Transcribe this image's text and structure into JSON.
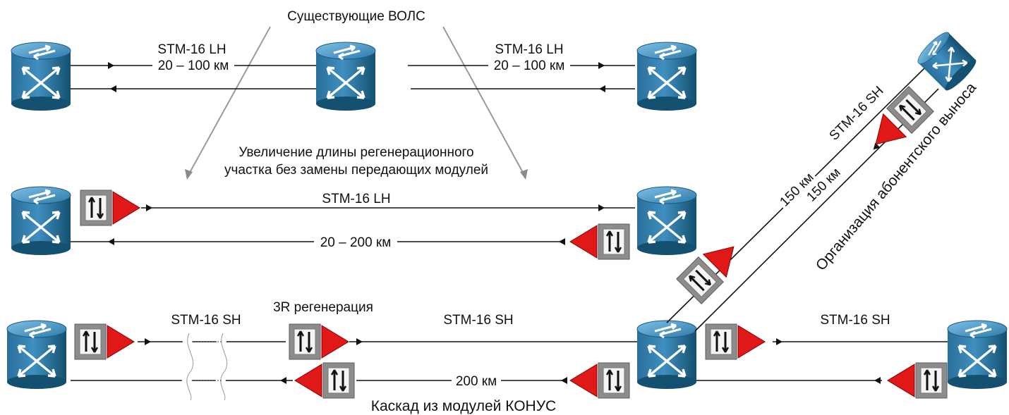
{
  "labels": {
    "existing_fiber": "Существующие ВОЛС",
    "increase_line1": "Увеличение длины регенерационного",
    "increase_line2": "участка без замены передающих модулей",
    "stm16_lh_top_left": "STM-16 LH",
    "dist_top_left": "20 – 100 км",
    "stm16_lh_top_right": "STM-16 LH",
    "dist_top_right": "20 – 100 км",
    "stm16_lh_mid": "STM-16 LH",
    "dist_mid": "20 – 200 км",
    "stm16_sh_bottom_left": "STM-16 SH",
    "regen_3r": "3R регенерация",
    "stm16_sh_bottom_mid": "STM-16 SH",
    "dist_bottom": "200 км",
    "stm16_sh_bottom_right": "STM-16 SH",
    "cascade": "Каскад из модулей КОНУС",
    "stm16_sh_diag": "STM-16 SH",
    "km150_a": "150 км",
    "km150_b": "150 км",
    "subscriber": "Организация абонентского выноса"
  },
  "colors": {
    "router_dark": "#1b5d86",
    "router_light": "#4f9ccb",
    "amp": "#e01818",
    "module": "#8a8a8a"
  }
}
